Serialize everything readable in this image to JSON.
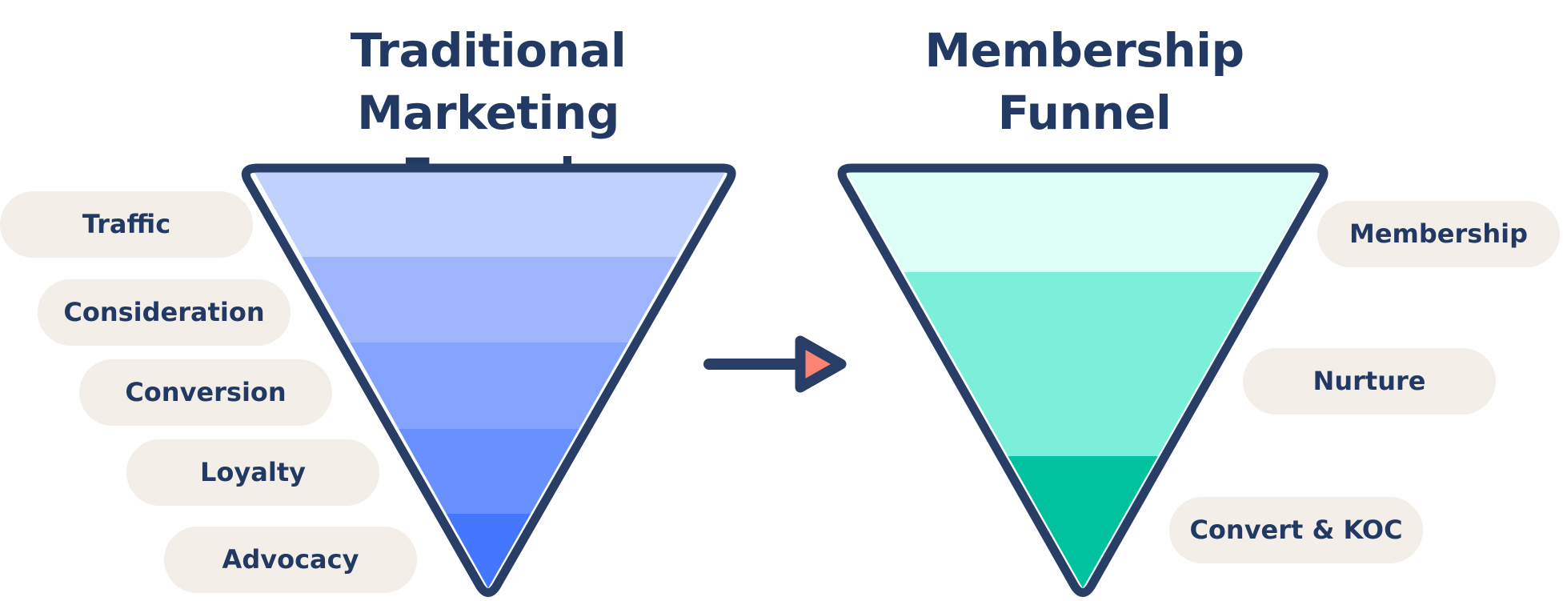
{
  "funnels": {
    "traditional": {
      "title_line1": "Traditional Marketing",
      "title_line2": "Funnel",
      "stages": [
        "Traffic",
        "Consideration",
        "Conversion",
        "Loyalty",
        "Advocacy"
      ],
      "band_colors": [
        "#c1d1fe",
        "#9fb6ff",
        "#84a4ff",
        "#6891ff",
        "#4576fe"
      ]
    },
    "membership": {
      "title_line1": "Membership",
      "title_line2": "Funnel",
      "stages": [
        "Membership",
        "Nurture",
        "Convert & KOC"
      ],
      "band_colors": [
        "#ddfef7",
        "#7cefda",
        "#00c29e"
      ]
    }
  },
  "colors": {
    "outline": "#283e66",
    "label_bg": "#f3eee8",
    "text": "#223a63",
    "arrow_head": "#fa8374"
  }
}
